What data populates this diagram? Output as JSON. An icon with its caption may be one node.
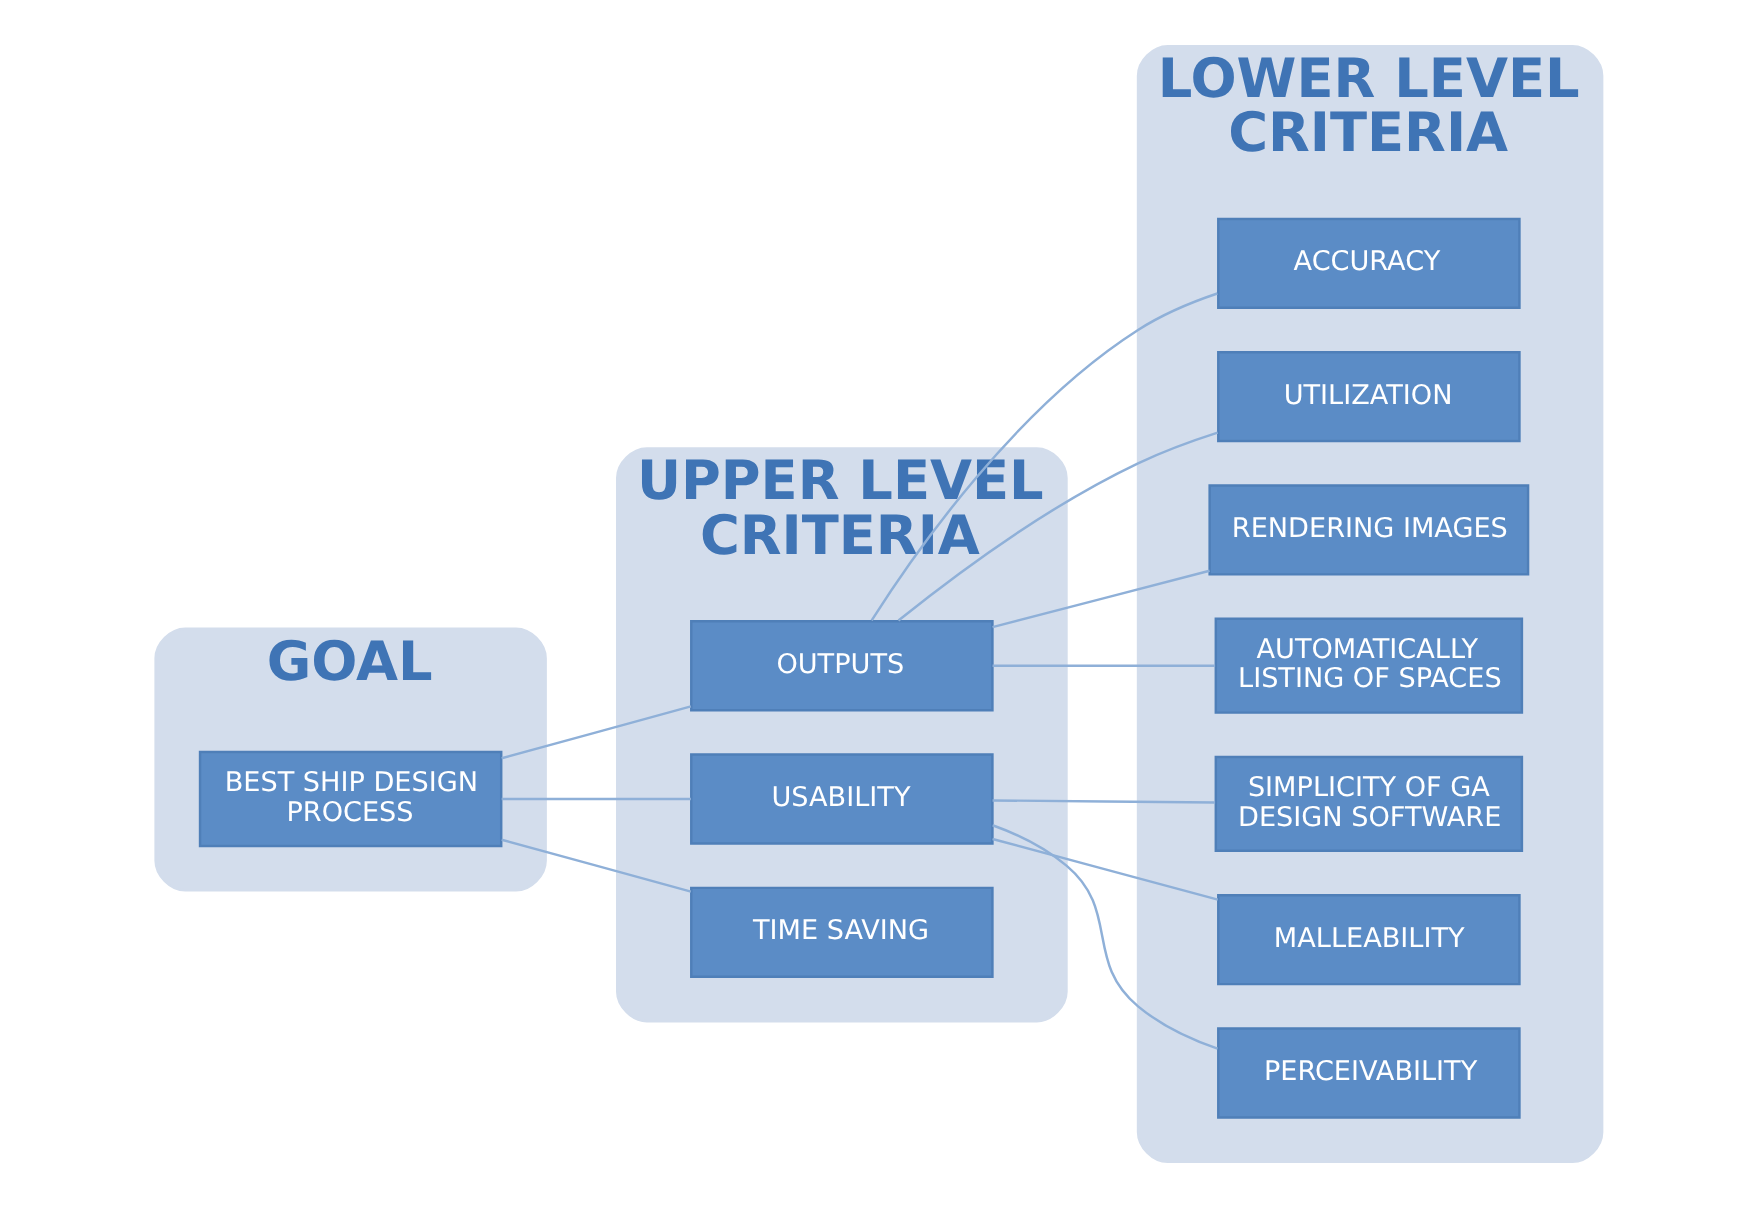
{
  "diagram": {
    "nodes": [
      {
        "text": [
          "GOAL"
        ]
      },
      {
        "text": [
          "UPPER LEVEL CRITERIA"
        ]
      },
      {
        "text": [
          "LOWER LEVEL CRITERIA"
        ]
      },
      {
        "text": [
          "BEST SHIP DESIGN PROCESS"
        ],
        "in": 0
      },
      {
        "text": [
          "OUTPUTS"
        ],
        "in": 1
      },
      {
        "text": [
          "USABILITY"
        ],
        "in": 1
      },
      {
        "text": [
          "TIME SAVING"
        ],
        "in": 1
      },
      {
        "text": [
          "ACCURACY"
        ],
        "in": 2
      },
      {
        "text": [
          "UTILIZATION"
        ],
        "in": 2
      },
      {
        "text": [
          "RENDERING IMAGES"
        ],
        "in": 2
      },
      {
        "text": [
          "AUTOMATICALLY LISTING OF SPACES"
        ],
        "in": 2
      },
      {
        "text": [
          "SIMPLICITY OF GA DESIGN SOFTWARE"
        ],
        "in": 2
      },
      {
        "text": [
          "MALLEABILITY"
        ],
        "in": 2
      },
      {
        "text": [
          "PERCEIVABILITY"
        ],
        "in": 2
      }
    ],
    "edges": [
      {
        "from": 3,
        "to": 4,
        "arrow": "none"
      },
      {
        "from": 3,
        "to": 5,
        "arrow": "none"
      },
      {
        "from": 3,
        "to": 6,
        "arrow": "none"
      },
      {
        "from": 4,
        "to": 7,
        "arrow": "none"
      },
      {
        "from": 4,
        "to": 8,
        "arrow": "none"
      },
      {
        "from": 4,
        "to": 9,
        "arrow": "none"
      },
      {
        "from": 4,
        "to": 10,
        "arrow": "none"
      },
      {
        "from": 5,
        "to": 11,
        "arrow": "none"
      },
      {
        "from": 5,
        "to": 12,
        "arrow": "none"
      },
      {
        "from": 5,
        "to": 13,
        "arrow": "none"
      }
    ]
  }
}
